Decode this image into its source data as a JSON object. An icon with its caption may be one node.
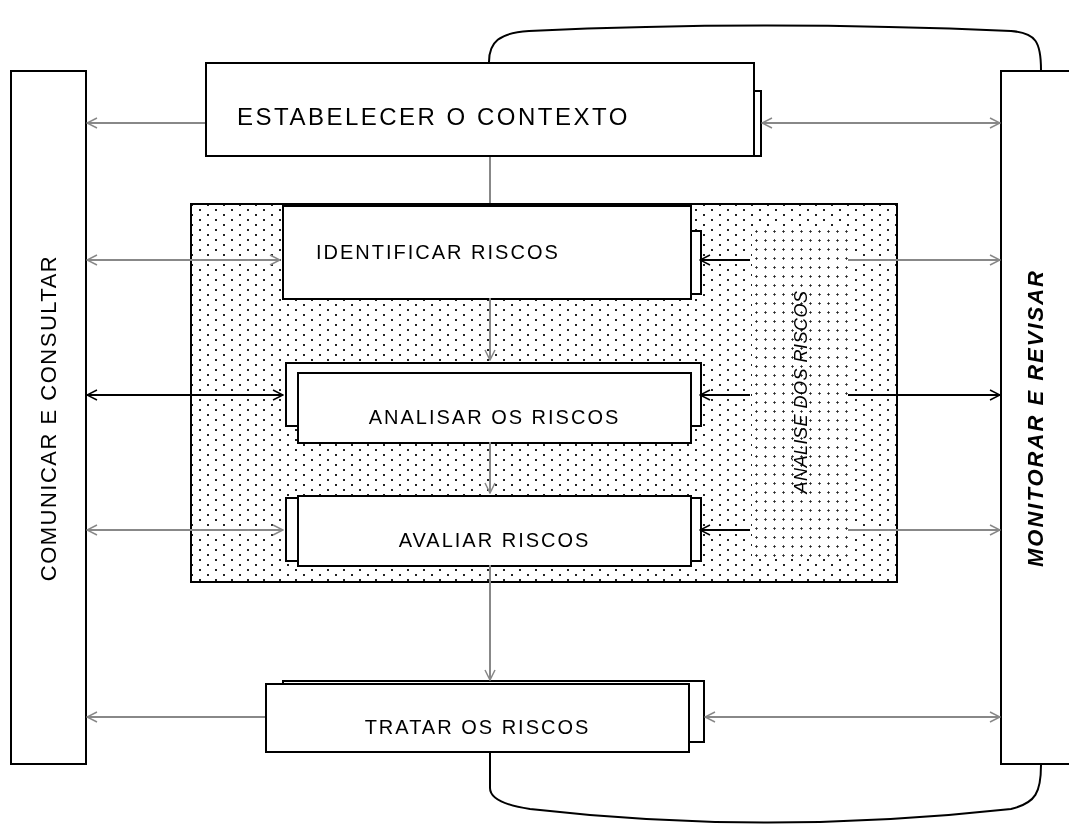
{
  "diagram": {
    "nodes": [
      {
        "text": [
          "COMUNICAR E CONSULTAR"
        ]
      },
      {
        "text": [
          "ESTABELECER O CONTEXTO"
        ]
      },
      {
        "text": [
          "MONITORAR E REVISAR"
        ]
      },
      {
        "text": [],
        "shape": "box"
      },
      {
        "text": [
          "IDENTIFICAR RISCOS"
        ],
        "in": 3
      },
      {
        "text": [
          "ANÁLISE DOS RISCOS"
        ],
        "in": 3
      },
      {
        "text": [
          "ANALISAR OS RISCOS"
        ],
        "in": 3
      },
      {
        "text": [
          "AVALIAR RISCOS"
        ],
        "in": 3
      },
      {
        "text": [
          "TRATAR OS RISCOS"
        ]
      }
    ],
    "edges": [
      {
        "from": 1,
        "to": 0,
        "arrow": "to"
      },
      {
        "from": 1,
        "to": 2,
        "arrow": "both"
      },
      {
        "from": 1,
        "to": 4,
        "arrow": "none"
      },
      {
        "from": 4,
        "to": 6,
        "arrow": "to"
      },
      {
        "from": 6,
        "to": 7,
        "arrow": "to"
      },
      {
        "from": 7,
        "to": 8,
        "arrow": "to"
      },
      {
        "from": 0,
        "to": 4,
        "arrow": "both"
      },
      {
        "from": 0,
        "to": 6,
        "arrow": "both",
        "color": "#000000"
      },
      {
        "from": 0,
        "to": 7,
        "arrow": "both"
      },
      {
        "from": 5,
        "to": 4,
        "arrow": "to",
        "color": "#000000"
      },
      {
        "from": 5,
        "to": 2,
        "arrow": "to"
      },
      {
        "from": 5,
        "to": 6,
        "arrow": "to",
        "color": "#000000"
      },
      {
        "from": 5,
        "to": 2,
        "arrow": "to",
        "color": "#000000"
      },
      {
        "from": 5,
        "to": 7,
        "arrow": "to",
        "color": "#000000"
      },
      {
        "from": 5,
        "to": 2,
        "arrow": "to"
      },
      {
        "from": 8,
        "to": 0,
        "arrow": "to"
      },
      {
        "from": 8,
        "to": 2,
        "arrow": "both"
      },
      {
        "from": 1,
        "to": 2,
        "arrow": "none",
        "color": "#000000"
      },
      {
        "from": 8,
        "to": 2,
        "arrow": "none",
        "color": "#000000"
      }
    ]
  }
}
